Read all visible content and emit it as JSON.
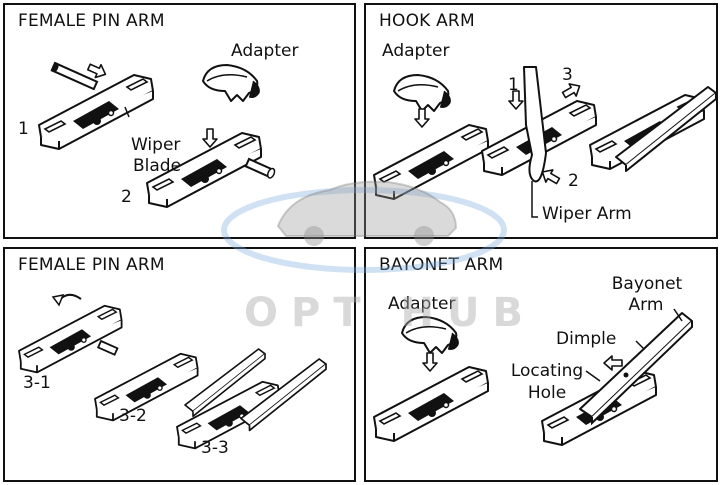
{
  "panels": {
    "female_pin_top": {
      "title": "FEMALE PIN ARM",
      "labels": {
        "adapter": "Adapter",
        "wiper": "Wiper",
        "blade": "Blade",
        "step1": "1",
        "step2": "2"
      }
    },
    "hook": {
      "title": "HOOK ARM",
      "labels": {
        "adapter": "Adapter",
        "step1": "1",
        "step3": "3",
        "step2": "2",
        "wiper_arm": "Wiper Arm"
      }
    },
    "female_pin_bottom": {
      "title": "FEMALE PIN ARM",
      "labels": {
        "step31": "3-1",
        "step32": "3-2",
        "step33": "3-3"
      }
    },
    "bayonet": {
      "title": "BAYONET ARM",
      "labels": {
        "adapter": "Adapter",
        "bayonet": "Bayonet",
        "arm": "Arm",
        "dimple": "Dimple",
        "locating": "Locating",
        "hole": "Hole"
      }
    }
  },
  "watermark": {
    "text": "OPT HUB"
  }
}
